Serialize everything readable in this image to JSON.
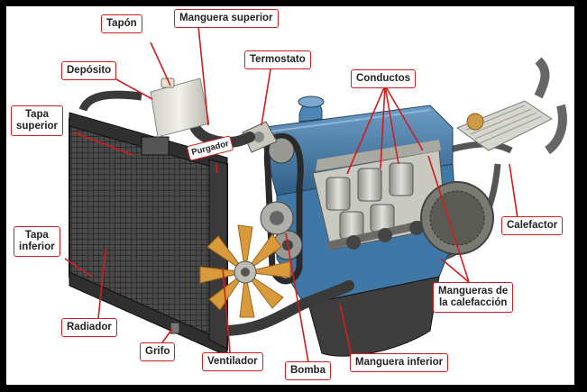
{
  "labels": {
    "tapon": "Tapón",
    "manguera_superior": "Manguera superior",
    "deposito": "Depósito",
    "termostato": "Termostato",
    "conductos": "Conductos",
    "tapa_superior": "Tapa\nsuperior",
    "purgador": "Purgador",
    "calefactor": "Calefactor",
    "tapa_inferior": "Tapa\ninferior",
    "mangueras_calefaccion": "Mangueras de\nla calefacción",
    "radiador": "Radiador",
    "grifo": "Grifo",
    "ventilador": "Ventilador",
    "bomba": "Bomba",
    "manguera_inferior": "Manguera inferior"
  },
  "colors": {
    "label_border": "#d21d1d",
    "leader_line": "#d21d1d",
    "engine_block": "#3f78a6",
    "metal": "#b9b9b3",
    "radiator": "#3a3a3a"
  }
}
